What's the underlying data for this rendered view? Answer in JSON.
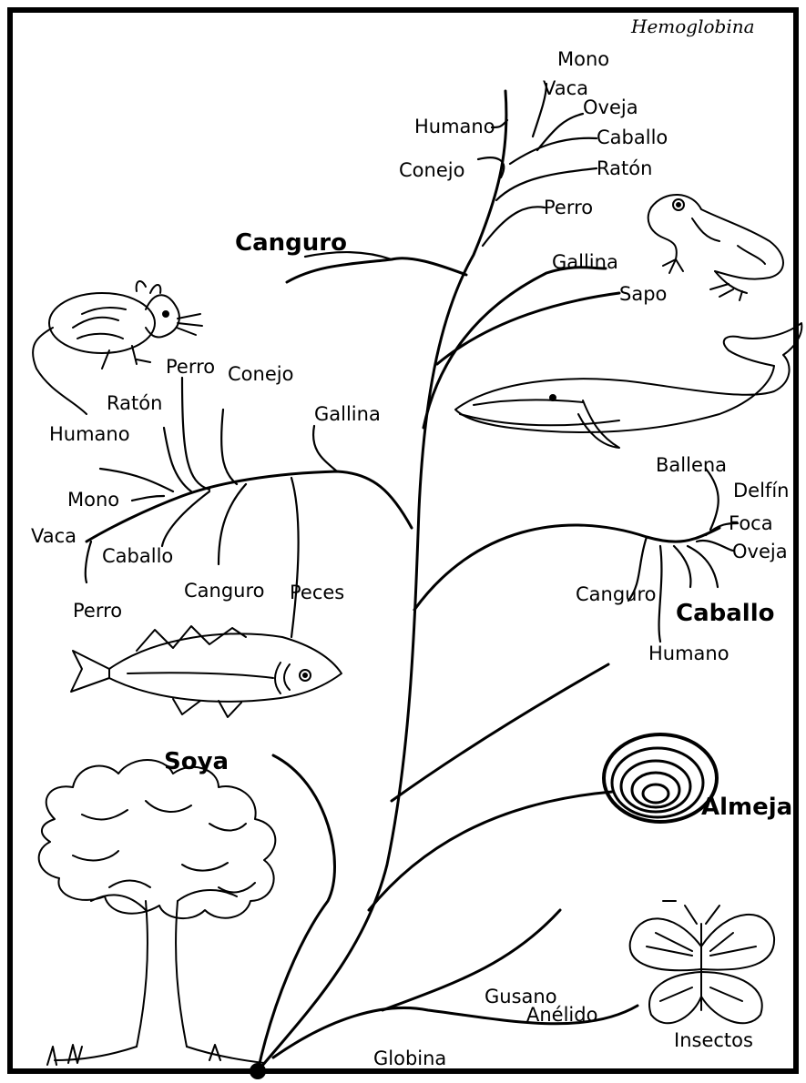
{
  "title": "Hemoglobina",
  "root": "Globina",
  "labels": {
    "mono_top": "Mono",
    "vaca_top": "Vaca",
    "oveja_top": "Oveja",
    "humano_top": "Humano",
    "caballo_top": "Caballo",
    "conejo_top": "Conejo",
    "raton_top": "Ratón",
    "perro_top": "Perro",
    "canguro_top": "Canguro",
    "gallina_top": "Gallina",
    "sapo": "Sapo",
    "perro_left": "Perro",
    "conejo_left": "Conejo",
    "raton_left": "Ratón",
    "humano_left": "Humano",
    "gallina_left": "Gallina",
    "mono_left": "Mono",
    "vaca_left": "Vaca",
    "caballo_left": "Caballo",
    "canguro_left": "Canguro",
    "peces": "Peces",
    "perro_left2": "Perro",
    "ballena": "Ballena",
    "delfin": "Delfín",
    "foca": "Foca",
    "oveja_right": "Oveja",
    "canguro_right": "Canguro",
    "caballo_right": "Caballo",
    "humano_right": "Humano",
    "soya": "Soya",
    "almeja": "Almeja",
    "gusano": "Gusano",
    "anelido": "Anélido",
    "insectos": "Insectos"
  },
  "icons": [
    "mouse-icon",
    "frog-icon",
    "whale-icon",
    "fish-icon",
    "clam-icon",
    "butterfly-icon",
    "tree-icon"
  ]
}
